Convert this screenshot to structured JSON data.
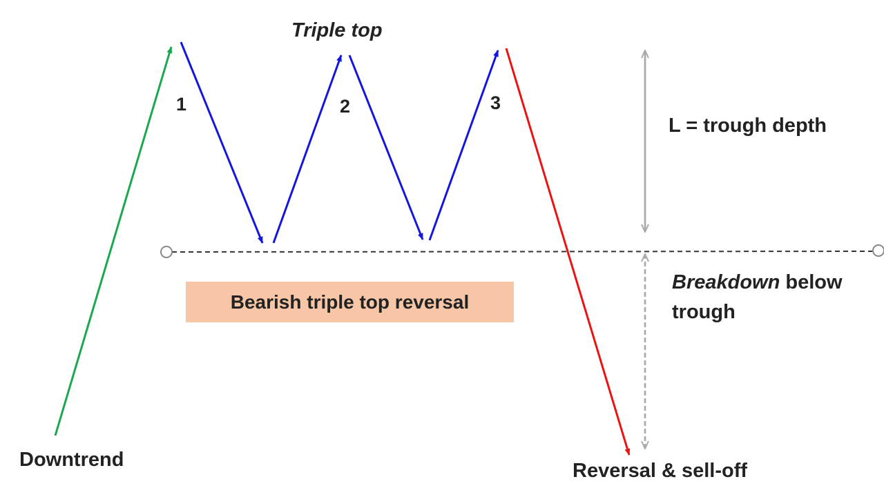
{
  "diagram": {
    "title": "Triple top",
    "peak_labels": [
      "1",
      "2",
      "3"
    ],
    "box_label": "Bearish triple top reversal",
    "depth_label": "L = trough depth",
    "breakdown": {
      "emphasis": "Breakdown",
      "rest_line1": " below",
      "line2": "trough"
    },
    "start_label": "Downtrend",
    "end_label": "Reversal & sell-off",
    "colors": {
      "uptrend": "#1aa84f",
      "pattern": "#1515e0",
      "breakdown": "#ee1111",
      "neckline": "#333333",
      "measure": "#aaaaaa",
      "box_fill": "#f6c6a6",
      "text": "#222222"
    }
  }
}
